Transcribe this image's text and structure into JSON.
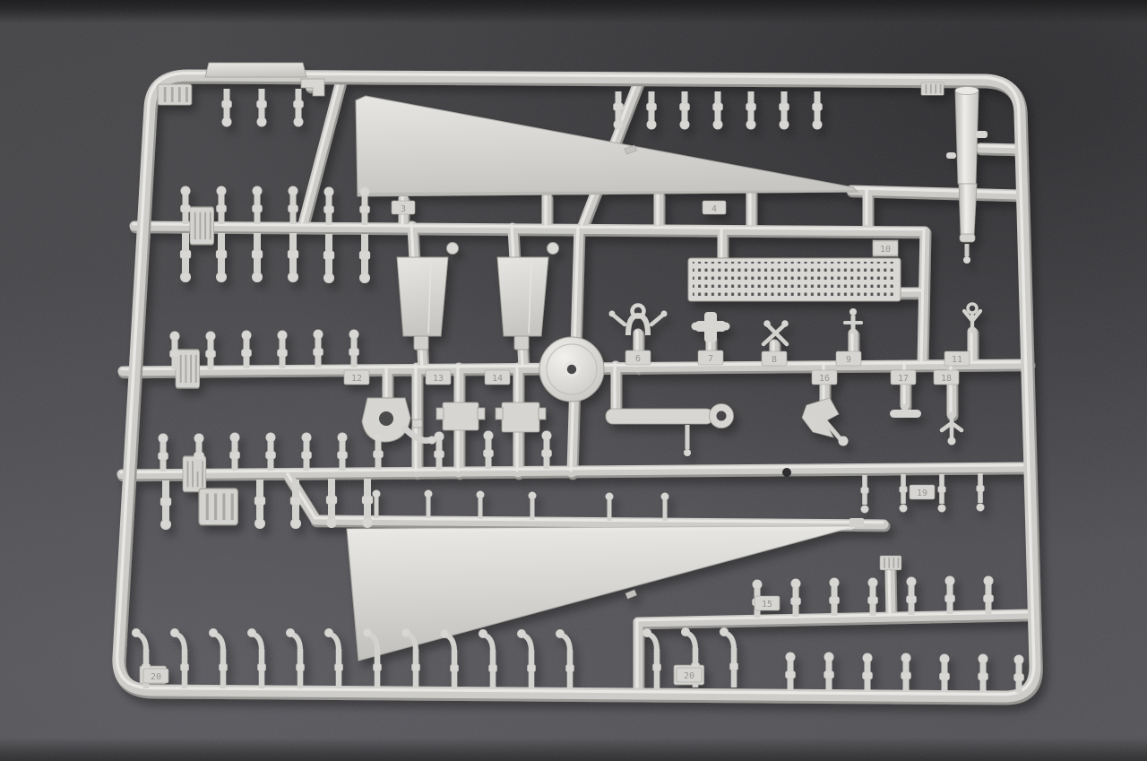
{
  "scene": {
    "kind": "photograph",
    "subject": "light grey injection-moulded plastic sprue (model kit parts tree) for a warship kit",
    "surface": "dark grey speckled fabric-textured background",
    "plastic_color_hex": "#d0cfcb",
    "background_color_hex": "#3e3e41",
    "shadow_color_hex": "#1a1a1c"
  },
  "sprue": {
    "tags": [
      {
        "label": "12"
      },
      {
        "label": "13"
      },
      {
        "label": "14"
      },
      {
        "label": "6"
      },
      {
        "label": "7"
      },
      {
        "label": "8"
      },
      {
        "label": "9"
      },
      {
        "label": "11"
      },
      {
        "label": "16"
      },
      {
        "label": "17"
      },
      {
        "label": "18"
      },
      {
        "label": "10"
      },
      {
        "label": "19"
      },
      {
        "label": "15"
      },
      {
        "label": "20"
      },
      {
        "label": "20"
      },
      {
        "label": "3"
      },
      {
        "label": "4"
      }
    ],
    "parts_inventory": [
      {
        "name": "long tapered hull/deck panel (upper)",
        "count": 1
      },
      {
        "name": "long tapered hull/deck panel (lower)",
        "count": 1
      },
      {
        "name": "perforated mesh platform",
        "count": 1
      },
      {
        "name": "round platform disc with centre hole",
        "count": 1
      },
      {
        "name": "funnel / mast column",
        "count": 1
      },
      {
        "name": "crane boom arm with eye end",
        "count": 1
      },
      {
        "name": "trapezoid rudder plates",
        "count": 2
      },
      {
        "name": "hawse hook fitting with hole",
        "count": 1
      },
      {
        "name": "rectangular deck fittings",
        "count": 2
      },
      {
        "name": "small mast-top fittings",
        "count": 8
      },
      {
        "name": "bollard posts",
        "count": 46
      },
      {
        "name": "curved davits",
        "count": 15
      }
    ]
  }
}
